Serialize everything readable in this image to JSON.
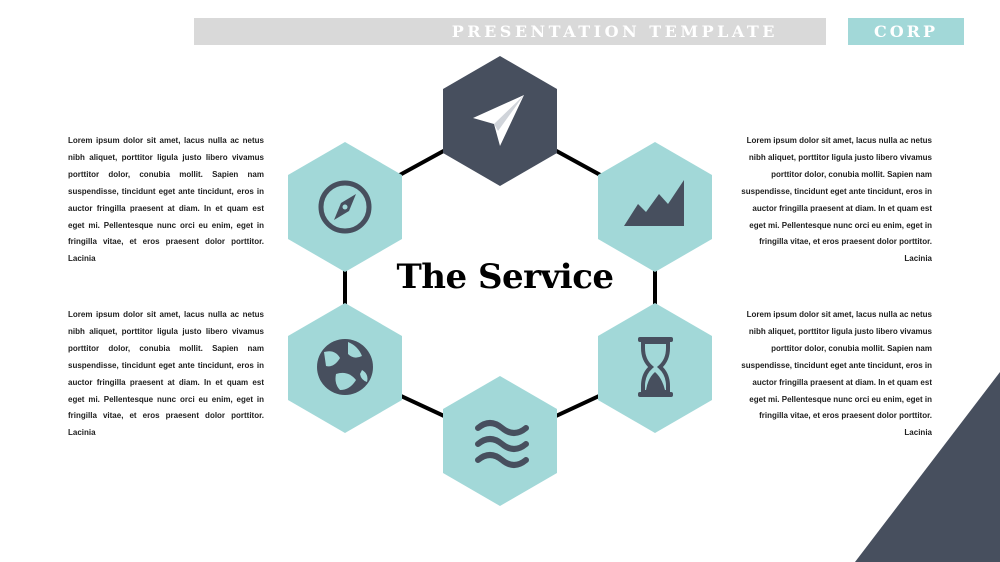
{
  "header": {
    "title": "PRESENTATION TEMPLATE",
    "corp_label": "CORP"
  },
  "center_title": "The Service",
  "colors": {
    "header_bar": "#d9d9d9",
    "accent_teal": "#a2d8d8",
    "dark_slate": "#474f5e",
    "text": "#1e1e1e"
  },
  "hexagons": [
    {
      "icon": "paper-plane-icon",
      "fill": "dark"
    },
    {
      "icon": "area-chart-icon",
      "fill": "teal"
    },
    {
      "icon": "hourglass-icon",
      "fill": "teal"
    },
    {
      "icon": "waves-icon",
      "fill": "teal"
    },
    {
      "icon": "globe-icon",
      "fill": "teal"
    },
    {
      "icon": "compass-icon",
      "fill": "teal"
    }
  ],
  "paragraphs": {
    "top_left": "Lorem ipsum dolor sit amet, lacus nulla ac netus nibh aliquet, porttitor ligula justo libero vivamus porttitor dolor, conubia mollit. Sapien nam suspendisse, tincidunt eget ante tincidunt, eros in auctor fringilla praesent at diam. In et quam est eget mi. Pellentesque nunc orci eu enim, eget in fringilla vitae, et eros praesent dolor porttitor. Lacinia",
    "bottom_left": "Lorem ipsum dolor sit amet, lacus nulla ac netus nibh aliquet, porttitor ligula justo libero vivamus porttitor dolor, conubia mollit. Sapien nam suspendisse, tincidunt eget ante tincidunt, eros in auctor fringilla praesent at diam. In et quam est eget mi. Pellentesque nunc orci eu enim, eget in fringilla vitae, et eros praesent dolor porttitor. Lacinia",
    "top_right": "Lorem ipsum dolor sit amet, lacus nulla ac netus nibh aliquet, porttitor ligula justo libero vivamus porttitor dolor, conubia mollit. Sapien nam suspendisse, tincidunt eget ante tincidunt, eros in auctor fringilla praesent at diam. In et quam est eget mi. Pellentesque nunc orci eu enim, eget in fringilla vitae, et eros praesent dolor porttitor. Lacinia",
    "bottom_right": "Lorem ipsum dolor sit amet, lacus nulla ac netus nibh aliquet, porttitor ligula justo libero vivamus porttitor dolor, conubia mollit. Sapien nam suspendisse, tincidunt eget ante tincidunt, eros in auctor fringilla praesent at diam. In et quam est eget mi. Pellentesque nunc orci eu enim, eget in fringilla vitae, et eros praesent dolor porttitor. Lacinia"
  }
}
